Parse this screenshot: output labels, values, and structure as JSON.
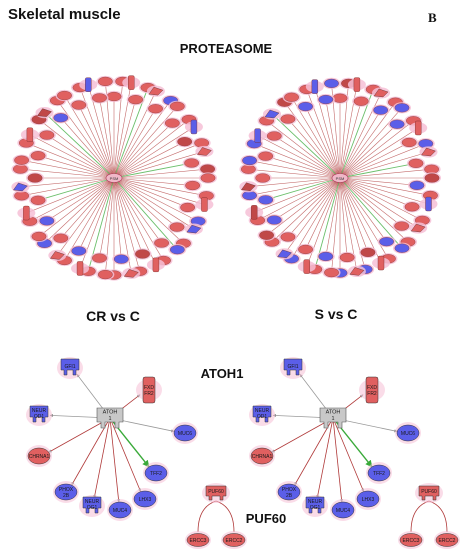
{
  "figure": {
    "title": "Skeletal muscle",
    "panel_letter": "B",
    "colors": {
      "red": "#e06060",
      "blue": "#5b5ee8",
      "gray": "#c8c8c8",
      "pink_halo": "#f6c0d6",
      "edge_red": "#b03a3a",
      "edge_green": "#3aaa3a",
      "edge_gray": "#9a9a9a"
    }
  },
  "sections": {
    "proteasome": {
      "title": "PROTEASOME",
      "left_label": "CR vs C",
      "right_label": "S vs C",
      "hub_label": "PSM"
    },
    "atoh1": {
      "title": "ATOH1",
      "hub": "ATOH 1",
      "nodes": [
        {
          "label": "GFI1",
          "color": "blue",
          "shape": "receptor"
        },
        {
          "label": "FXD FR2",
          "color": "red",
          "shape": "column"
        },
        {
          "label": "NEUR OD1",
          "color": "blue",
          "shape": "receptor"
        },
        {
          "label": "MUC6",
          "color": "blue",
          "shape": "ellipse"
        },
        {
          "label": "CHRNA1",
          "color": "red",
          "shape": "ellipse"
        },
        {
          "label": "TFF2",
          "color": "blue",
          "shape": "ellipse"
        },
        {
          "label": "PHOX 2B",
          "color": "blue",
          "shape": "ellipse"
        },
        {
          "label": "NEUR OG1",
          "color": "blue",
          "shape": "receptor"
        },
        {
          "label": "MUC4",
          "color": "blue",
          "shape": "ellipse"
        },
        {
          "label": "LHX3",
          "color": "blue",
          "shape": "ellipse"
        }
      ]
    },
    "puf60": {
      "title": "PUF60",
      "hub": "PUF60",
      "children": [
        "ERCC3",
        "ERCC2"
      ]
    }
  }
}
